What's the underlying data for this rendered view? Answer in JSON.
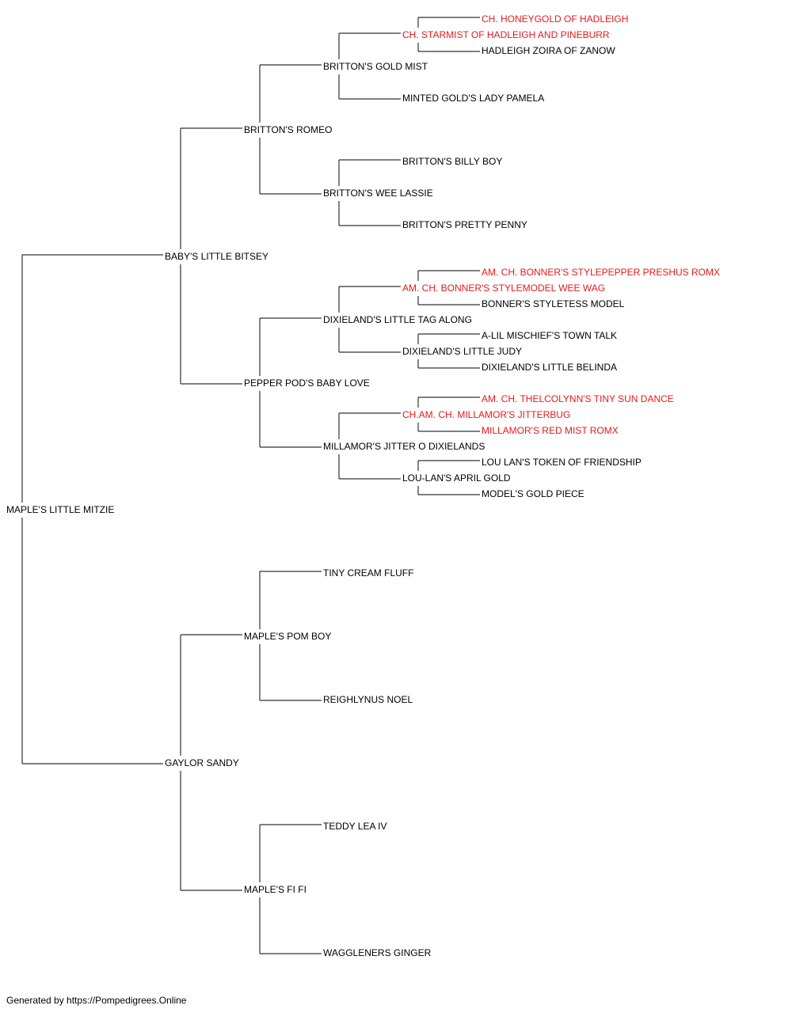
{
  "colors": {
    "champion": "#e8191b",
    "normal": "#000000",
    "line": "#333333"
  },
  "subject": {
    "name": "MAPLE'S LITTLE MITZIE",
    "champion": false
  },
  "nodes": [
    {
      "id": "s",
      "name": "BABY'S LITTLE BITSEY",
      "champion": false
    },
    {
      "id": "ss",
      "name": "BRITTON'S ROMEO",
      "champion": false
    },
    {
      "id": "sss",
      "name": "BRITTON'S GOLD MIST",
      "champion": false
    },
    {
      "id": "ssss",
      "name": "CH. STARMIST OF HADLEIGH AND PINEBURR",
      "champion": true
    },
    {
      "id": "sssss",
      "name": "CH. HONEYGOLD OF HADLEIGH",
      "champion": true
    },
    {
      "id": "ssssd",
      "name": "HADLEIGH ZOIRA OF ZANOW",
      "champion": false
    },
    {
      "id": "sssd",
      "name": "MINTED GOLD'S LADY PAMELA",
      "champion": false
    },
    {
      "id": "ssd",
      "name": "BRITTON'S WEE LASSIE",
      "champion": false
    },
    {
      "id": "ssds",
      "name": "BRITTON'S BILLY BOY",
      "champion": false
    },
    {
      "id": "ssdd",
      "name": "BRITTON'S PRETTY PENNY",
      "champion": false
    },
    {
      "id": "sd",
      "name": "PEPPER POD'S BABY LOVE",
      "champion": false
    },
    {
      "id": "sds",
      "name": "DIXIELAND'S LITTLE TAG ALONG",
      "champion": false
    },
    {
      "id": "sdss",
      "name": "AM. CH. BONNER'S STYLEMODEL WEE WAG",
      "champion": true
    },
    {
      "id": "sdsss",
      "name": "AM. CH. BONNER'S STYLEPEPPER PRESHUS ROMX",
      "champion": true
    },
    {
      "id": "sdssd",
      "name": "BONNER'S STYLETESS MODEL",
      "champion": false
    },
    {
      "id": "sdsd",
      "name": "DIXIELAND'S LITTLE JUDY",
      "champion": false
    },
    {
      "id": "sdsds",
      "name": "A-LIL MISCHIEF'S TOWN TALK",
      "champion": false
    },
    {
      "id": "sdsdd",
      "name": "DIXIELAND'S LITTLE BELINDA",
      "champion": false
    },
    {
      "id": "sdd",
      "name": "MILLAMOR'S JITTER O DIXIELANDS",
      "champion": false
    },
    {
      "id": "sdds",
      "name": "CH.AM. CH. MILLAMOR'S JITTERBUG",
      "champion": true
    },
    {
      "id": "sddss",
      "name": "AM. CH. THELCOLYNN'S TINY SUN DANCE",
      "champion": true
    },
    {
      "id": "sddsd",
      "name": "MILLAMOR'S RED MIST ROMX",
      "champion": true
    },
    {
      "id": "sddd",
      "name": "LOU-LAN'S APRIL GOLD",
      "champion": false
    },
    {
      "id": "sddds",
      "name": "LOU LAN'S TOKEN OF FRIENDSHIP",
      "champion": false
    },
    {
      "id": "sdddd",
      "name": "MODEL'S GOLD PIECE",
      "champion": false
    },
    {
      "id": "d",
      "name": "GAYLOR SANDY",
      "champion": false
    },
    {
      "id": "ds",
      "name": "MAPLE'S POM BOY",
      "champion": false
    },
    {
      "id": "dss",
      "name": "TINY CREAM FLUFF",
      "champion": false
    },
    {
      "id": "dsd",
      "name": "REIGHLYNUS NOEL",
      "champion": false
    },
    {
      "id": "dd",
      "name": "MAPLE'S FI FI",
      "champion": false
    },
    {
      "id": "dds",
      "name": "TEDDY LEA IV",
      "champion": false
    },
    {
      "id": "ddd",
      "name": "WAGGLENERS GINGER",
      "champion": false
    }
  ],
  "footer": "Generated by https://Pompedigrees.Online"
}
